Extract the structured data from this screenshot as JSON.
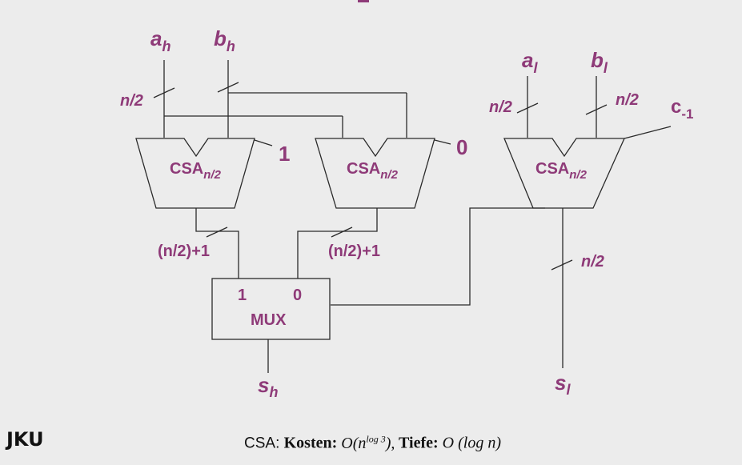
{
  "diagram": {
    "inputs": {
      "a_h": "a",
      "a_h_sub": "h",
      "b_h": "b",
      "b_h_sub": "h",
      "a_l": "a",
      "a_l_sub": "l",
      "b_l": "b",
      "b_l_sub": "l",
      "c_in": "c",
      "c_in_sub": "-1"
    },
    "bus_width_half": "n/2",
    "bus_width_carry": "(n/2)+1",
    "csa_label": "CSA",
    "csa_sub": "n/2",
    "carry_one": "1",
    "carry_zero": "0",
    "mux": {
      "label": "MUX",
      "in1": "1",
      "in0": "0"
    },
    "outputs": {
      "s_h": "s",
      "s_h_sub": "h",
      "s_l": "s",
      "s_l_sub": "l"
    }
  },
  "caption": {
    "prefix": "CSA: ",
    "cost_label": "Kosten:",
    "cost_value_pre": " O(n",
    "cost_exp": "log 3",
    "cost_value_post": "),",
    "depth_label": " Tiefe:",
    "depth_value": " O (log n)"
  },
  "logo": {
    "text": "JKU"
  }
}
